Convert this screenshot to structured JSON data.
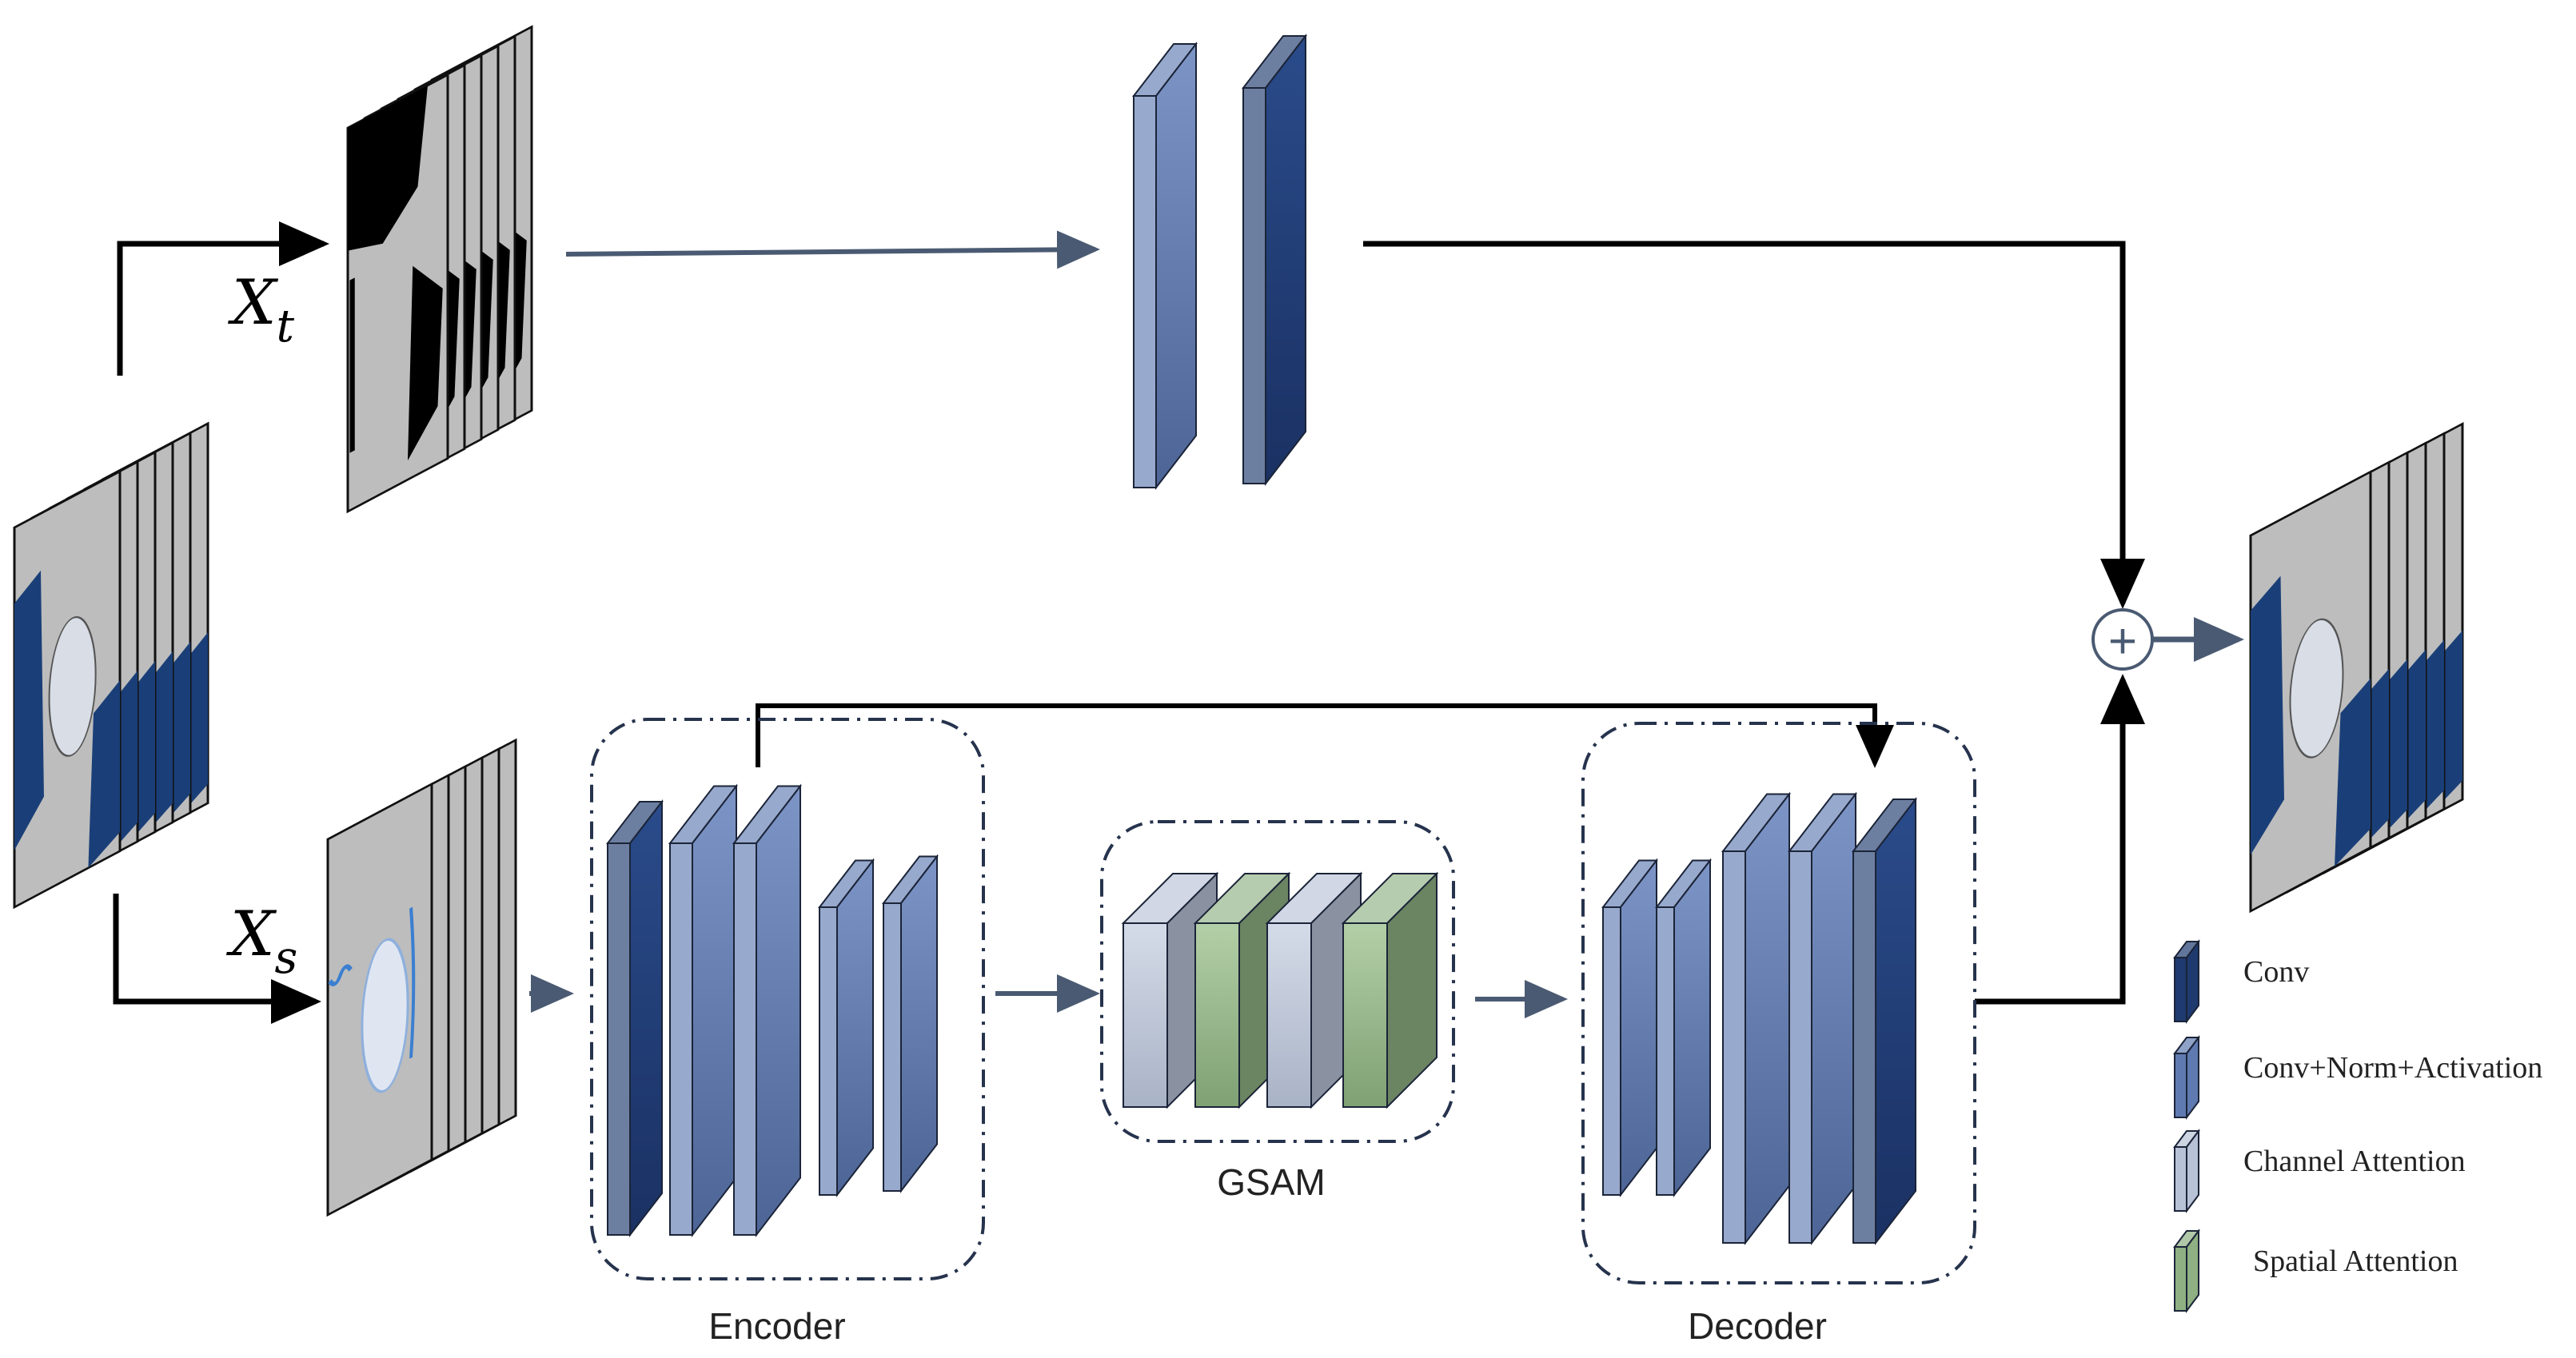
{
  "inputs": {
    "xt_label": "X",
    "xt_sub": "t",
    "xs_label": "X",
    "xs_sub": "s"
  },
  "modules": {
    "encoder": "Encoder",
    "gsam": "GSAM",
    "decoder": "Decoder"
  },
  "fusion_symbol": "+",
  "legend": [
    {
      "label": "Conv",
      "color": "#1f3a6e"
    },
    {
      "label": "Conv+Norm+Activation",
      "color": "#5f7ab0"
    },
    {
      "label": "Channel Attention",
      "color": "#b8c2d6"
    },
    {
      "label": "Spatial Attention",
      "color": "#8fb082"
    }
  ],
  "colors": {
    "conv": "#1f3a6e",
    "conv_norm_act": "#5f7ab0",
    "channel_attention": "#b8c2d6",
    "spatial_attention": "#8fb082",
    "ocean": "#1a3f78",
    "ice": "#d8dde6",
    "land": "#bdbdbd",
    "connector": "#000000",
    "arrow": "#4a5a72",
    "dashed_box": "#26334d"
  }
}
